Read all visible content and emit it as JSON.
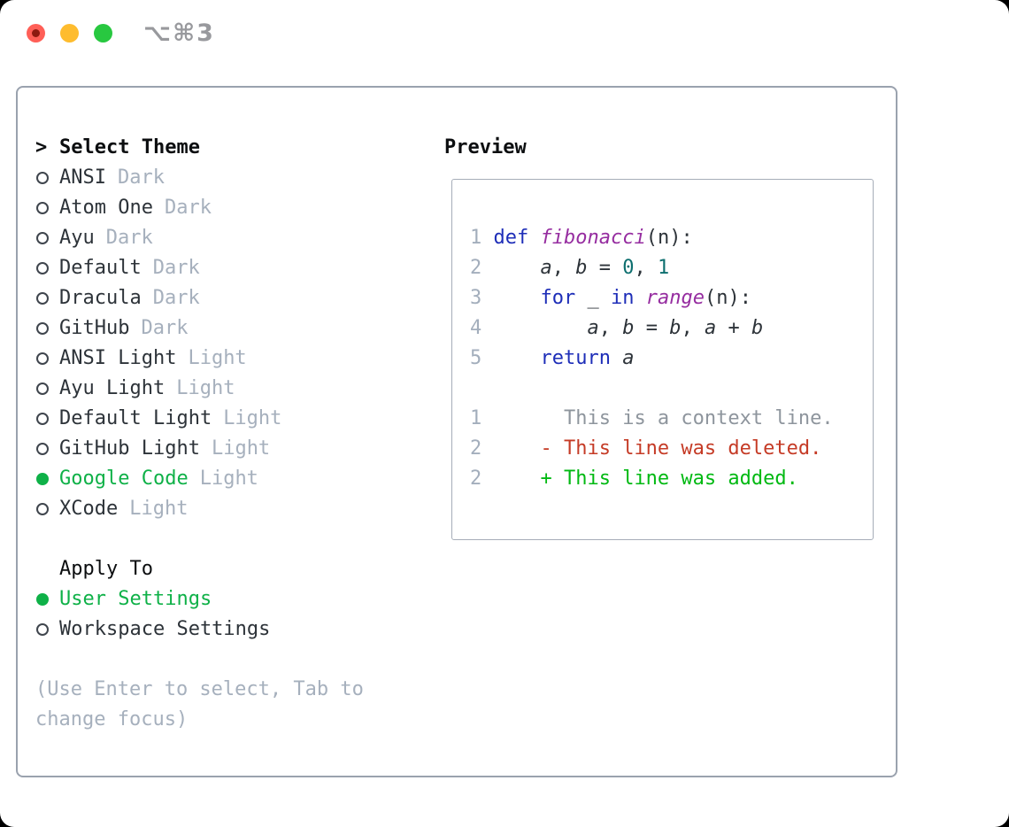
{
  "titlebar": {
    "shortcut_label": "⌥⌘3"
  },
  "colors": {
    "accent_green": "#0fb148",
    "added_green": "#00b912",
    "deleted_red": "#c53b26",
    "keyword_blue": "#1e2eb8",
    "function_purple": "#962da0",
    "number_teal": "#0d6f6f",
    "text_dark": "#2d3339",
    "heading_black": "#0c0e10",
    "muted_gray": "#a6b0bd",
    "linenum_gray": "#a3aebc",
    "context_gray": "#8e959d",
    "panel_border": "#9aa2ae",
    "box_border": "#a6adb8",
    "titlebar_gray": "#98999d",
    "light_red": "#ff5f57",
    "light_yellow": "#febc2e",
    "light_green": "#28c840",
    "light_red_dot": "#8d1a10",
    "ring_gray": "#3f454d"
  },
  "theme_picker": {
    "cursor": ">",
    "title": "Select Theme",
    "items": [
      {
        "name": "ANSI",
        "variant": "Dark",
        "selected": false
      },
      {
        "name": "Atom One",
        "variant": "Dark",
        "selected": false
      },
      {
        "name": "Ayu",
        "variant": "Dark",
        "selected": false
      },
      {
        "name": "Default",
        "variant": "Dark",
        "selected": false
      },
      {
        "name": "Dracula",
        "variant": "Dark",
        "selected": false
      },
      {
        "name": "GitHub",
        "variant": "Dark",
        "selected": false
      },
      {
        "name": "ANSI Light",
        "variant": "Light",
        "selected": false
      },
      {
        "name": "Ayu Light",
        "variant": "Light",
        "selected": false
      },
      {
        "name": "Default Light",
        "variant": "Light",
        "selected": false
      },
      {
        "name": "GitHub Light",
        "variant": "Light",
        "selected": false
      },
      {
        "name": "Google Code",
        "variant": "Light",
        "selected": true
      },
      {
        "name": "XCode",
        "variant": "Light",
        "selected": false
      }
    ]
  },
  "apply_to": {
    "title": "Apply To",
    "options": [
      {
        "label": "User Settings",
        "selected": true
      },
      {
        "label": "Workspace Settings",
        "selected": false
      }
    ]
  },
  "hint_text": "(Use Enter to select, Tab to change focus)",
  "preview": {
    "title": "Preview",
    "lines": [
      {
        "num": "1",
        "tokens": [
          {
            "text": "def ",
            "style": "keyword"
          },
          {
            "text": "fibonacci",
            "style": "function"
          },
          {
            "text": "(n):",
            "style": "plain"
          }
        ]
      },
      {
        "num": "2",
        "tokens": [
          {
            "text": "    ",
            "style": "plain"
          },
          {
            "text": "a",
            "style": "variable"
          },
          {
            "text": ", ",
            "style": "plain"
          },
          {
            "text": "b",
            "style": "variable"
          },
          {
            "text": " = ",
            "style": "plain"
          },
          {
            "text": "0",
            "style": "number"
          },
          {
            "text": ", ",
            "style": "plain"
          },
          {
            "text": "1",
            "style": "number"
          }
        ]
      },
      {
        "num": "3",
        "tokens": [
          {
            "text": "    ",
            "style": "plain"
          },
          {
            "text": "for",
            "style": "keyword"
          },
          {
            "text": " _ ",
            "style": "plain"
          },
          {
            "text": "in",
            "style": "keyword"
          },
          {
            "text": " ",
            "style": "plain"
          },
          {
            "text": "range",
            "style": "function"
          },
          {
            "text": "(n):",
            "style": "plain"
          }
        ]
      },
      {
        "num": "4",
        "tokens": [
          {
            "text": "        ",
            "style": "plain"
          },
          {
            "text": "a",
            "style": "variable"
          },
          {
            "text": ", ",
            "style": "plain"
          },
          {
            "text": "b",
            "style": "variable"
          },
          {
            "text": " = ",
            "style": "plain"
          },
          {
            "text": "b",
            "style": "variable"
          },
          {
            "text": ", ",
            "style": "plain"
          },
          {
            "text": "a",
            "style": "variable"
          },
          {
            "text": " + ",
            "style": "plain"
          },
          {
            "text": "b",
            "style": "variable"
          }
        ]
      },
      {
        "num": "5",
        "tokens": [
          {
            "text": "    ",
            "style": "plain"
          },
          {
            "text": "return",
            "style": "keyword"
          },
          {
            "text": " ",
            "style": "plain"
          },
          {
            "text": "a",
            "style": "variable"
          }
        ]
      },
      {
        "num": "",
        "tokens": []
      },
      {
        "num": "1",
        "tokens": [
          {
            "text": "      This is a context line.",
            "style": "context"
          }
        ]
      },
      {
        "num": "2",
        "tokens": [
          {
            "text": "    - This line was deleted.",
            "style": "deleted"
          }
        ]
      },
      {
        "num": "2",
        "tokens": [
          {
            "text": "    + This line was added.",
            "style": "added"
          }
        ]
      }
    ]
  }
}
